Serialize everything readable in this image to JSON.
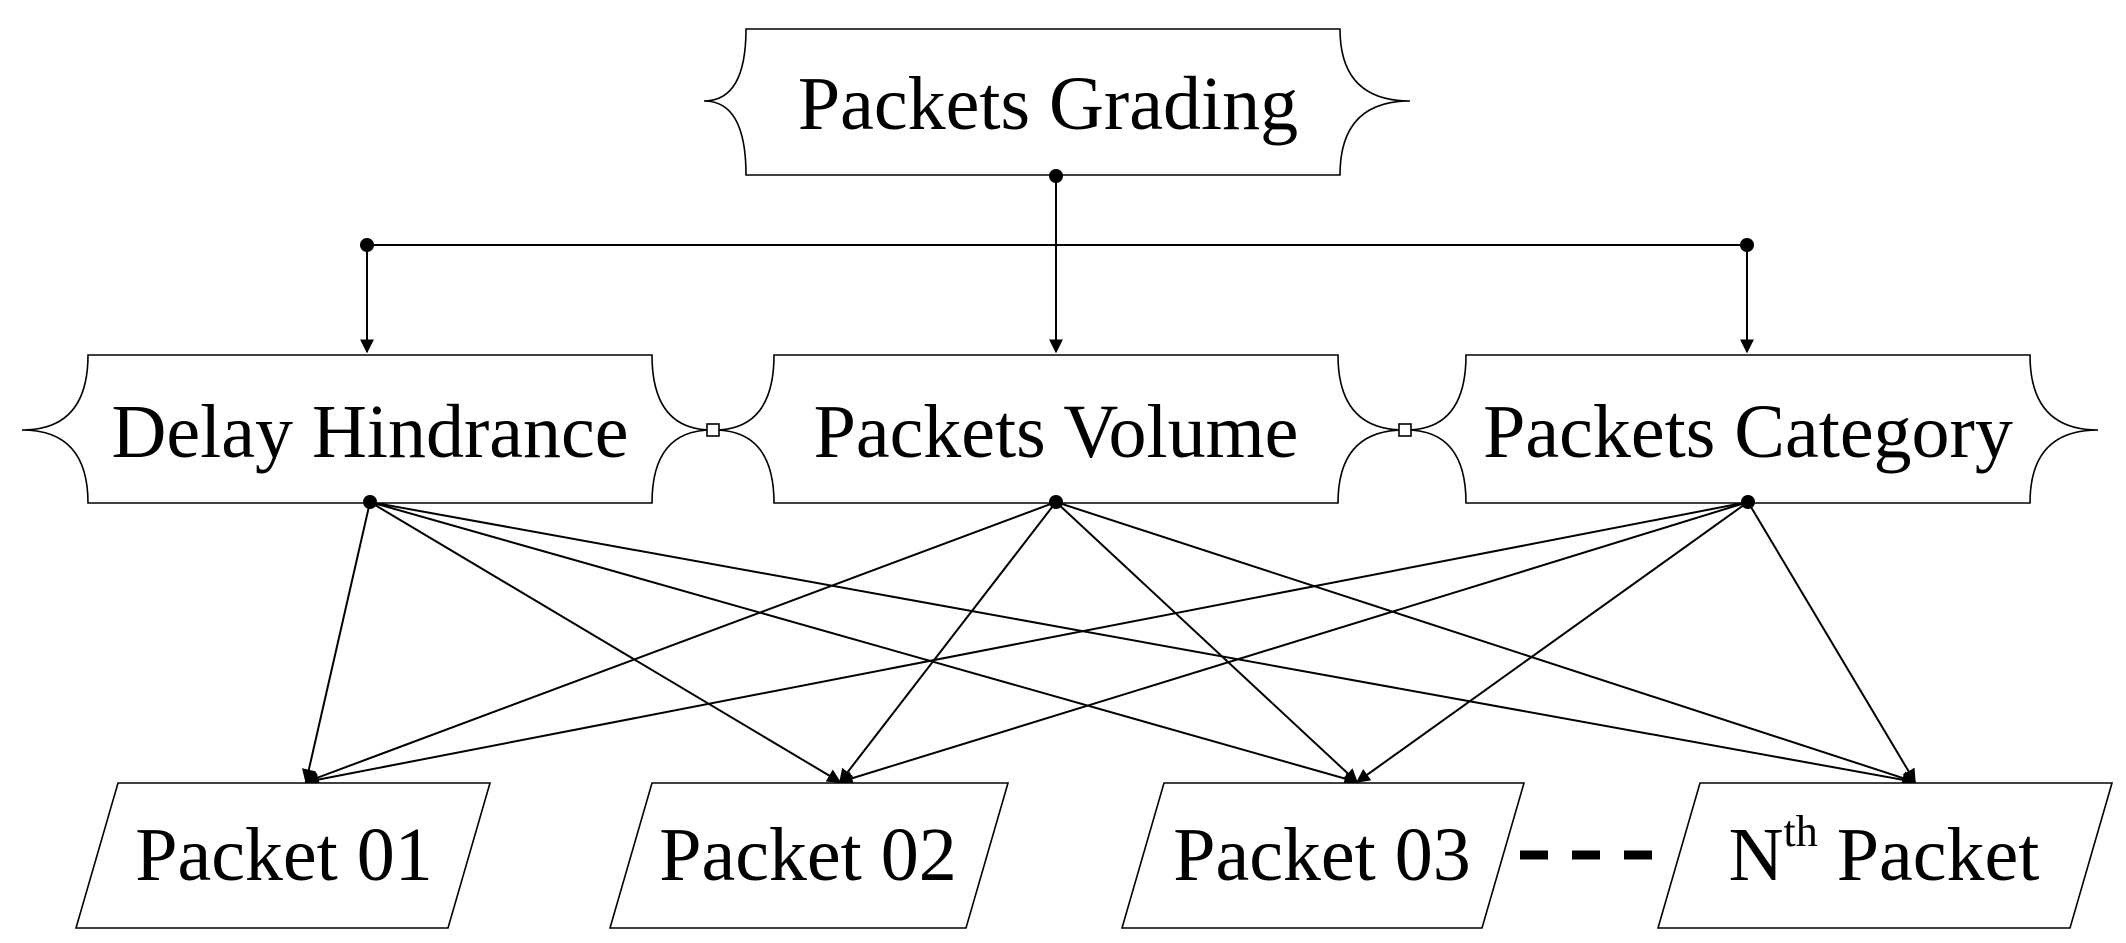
{
  "root": {
    "label": "Packets Grading"
  },
  "criteria": [
    {
      "label": "Delay Hindrance"
    },
    {
      "label": "Packets Volume"
    },
    {
      "label": "Packets Category"
    }
  ],
  "packets": [
    {
      "label": "Packet 01"
    },
    {
      "label": "Packet 02"
    },
    {
      "label": "Packet 03"
    },
    {
      "base": "N",
      "sup": "th",
      "rest": " Packet"
    }
  ]
}
